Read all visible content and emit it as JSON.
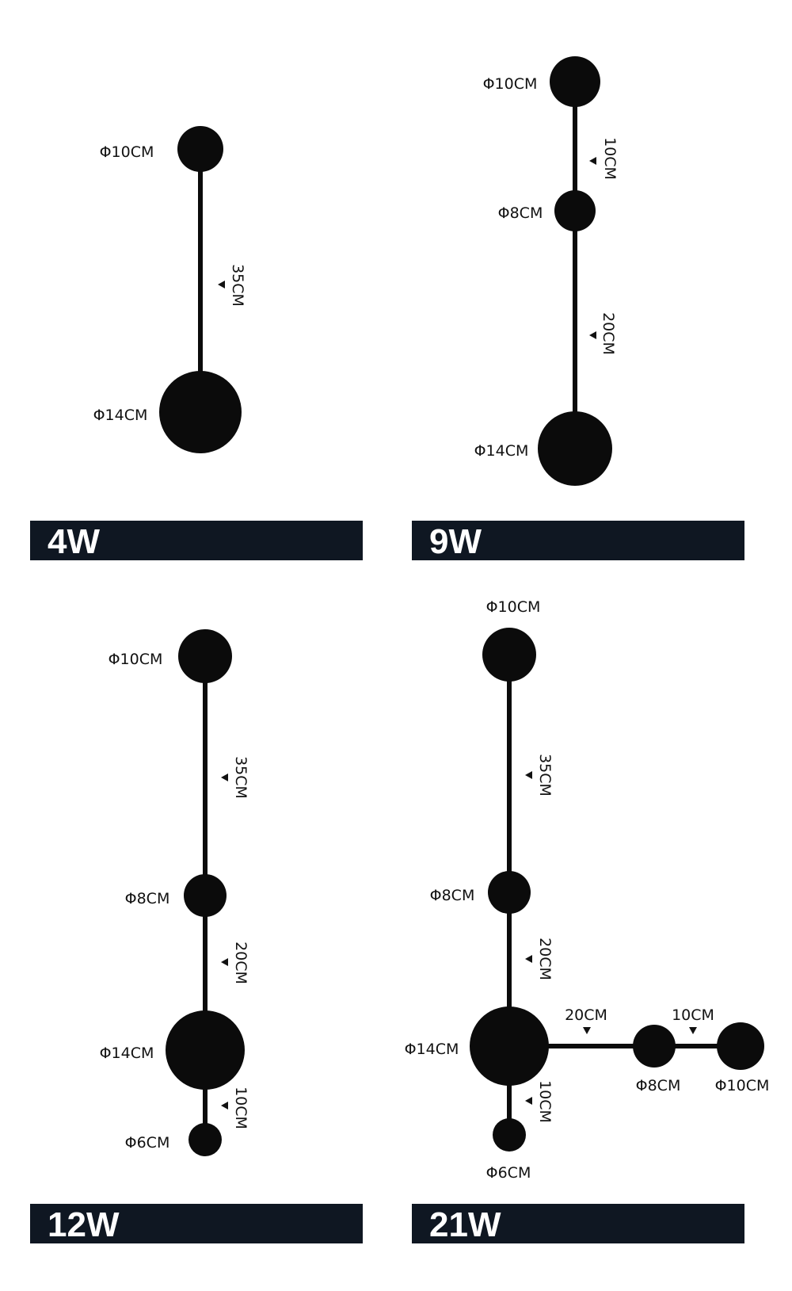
{
  "colors": {
    "fixture": "#0b0b0b",
    "band": "#0f1722",
    "band_text": "#ffffff",
    "label": "#111111"
  },
  "panels": [
    {
      "id": "4w",
      "title": "4W",
      "discs": [
        {
          "id": "top",
          "label": "Φ10CM"
        },
        {
          "id": "bottom",
          "label": "Φ14CM"
        }
      ],
      "rods": [
        {
          "id": "r1",
          "label": "35CM"
        }
      ]
    },
    {
      "id": "9w",
      "title": "9W",
      "discs": [
        {
          "id": "top",
          "label": "Φ10CM"
        },
        {
          "id": "mid",
          "label": "Φ8CM"
        },
        {
          "id": "bottom",
          "label": "Φ14CM"
        }
      ],
      "rods": [
        {
          "id": "r1",
          "label": "10CM"
        },
        {
          "id": "r2",
          "label": "20CM"
        }
      ]
    },
    {
      "id": "12w",
      "title": "12W",
      "discs": [
        {
          "id": "top",
          "label": "Φ10CM"
        },
        {
          "id": "mid",
          "label": "Φ8CM"
        },
        {
          "id": "large",
          "label": "Φ14CM"
        },
        {
          "id": "small",
          "label": "Φ6CM"
        }
      ],
      "rods": [
        {
          "id": "r1",
          "label": "35CM"
        },
        {
          "id": "r2",
          "label": "20CM"
        },
        {
          "id": "r3",
          "label": "10CM"
        }
      ]
    },
    {
      "id": "21w",
      "title": "21W",
      "discs": [
        {
          "id": "top",
          "label": "Φ10CM"
        },
        {
          "id": "mid",
          "label": "Φ8CM"
        },
        {
          "id": "large",
          "label": "Φ14CM"
        },
        {
          "id": "small",
          "label": "Φ6CM"
        },
        {
          "id": "arm-mid",
          "label": "Φ8CM"
        },
        {
          "id": "arm-end",
          "label": "Φ10CM"
        }
      ],
      "rods": [
        {
          "id": "r1",
          "label": "35CM"
        },
        {
          "id": "r2",
          "label": "20CM"
        },
        {
          "id": "r3",
          "label": "10CM"
        },
        {
          "id": "h1",
          "label": "20CM"
        },
        {
          "id": "h2",
          "label": "10CM"
        }
      ]
    }
  ]
}
